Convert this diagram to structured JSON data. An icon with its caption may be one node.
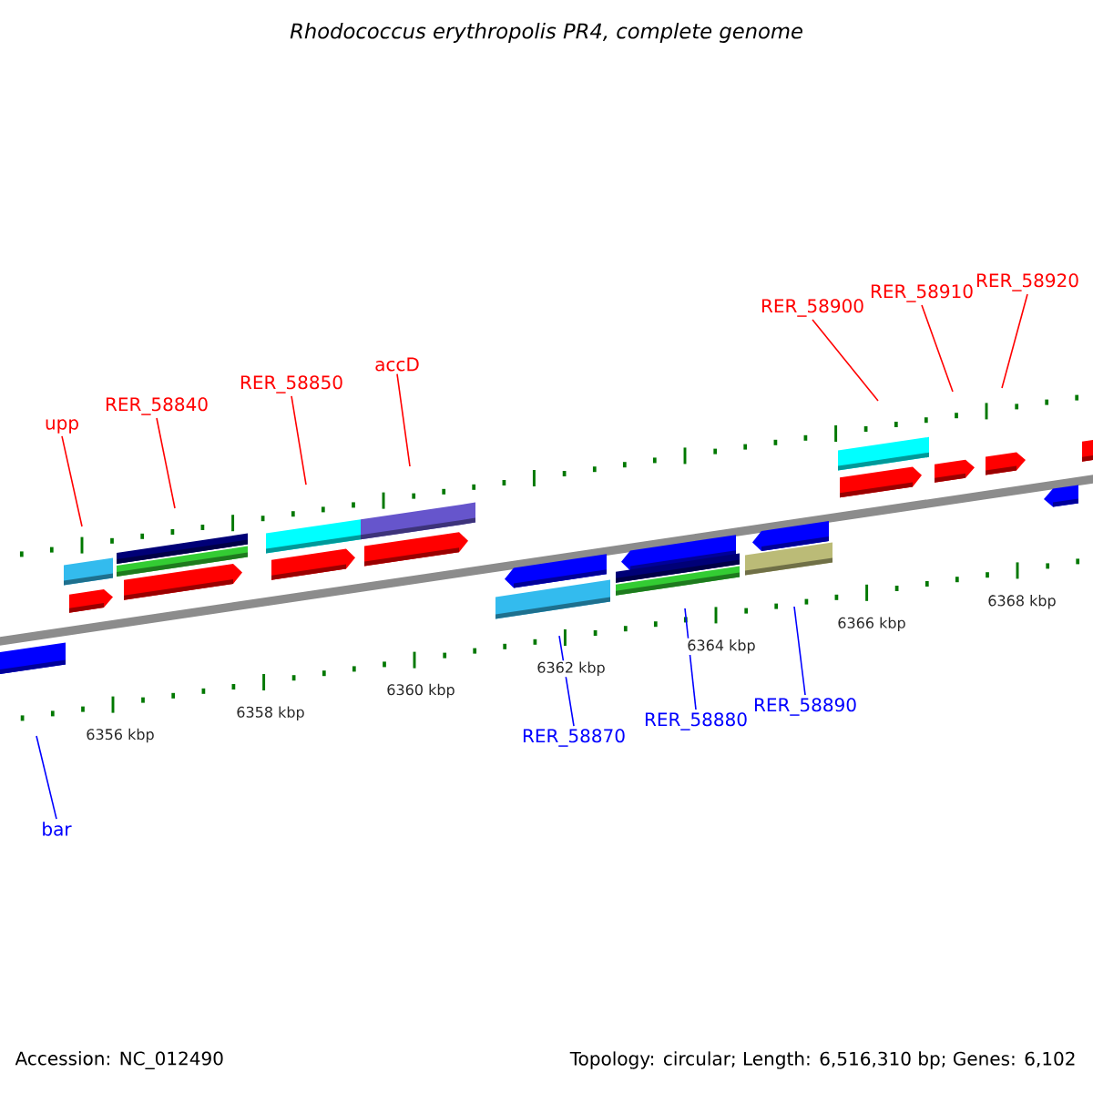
{
  "diagram": {
    "title": "Rhodococcus erythropolis PR4, complete genome",
    "nodes": [
      {
        "text": [
          "upp"
        ]
      },
      {
        "text": [
          "RER_58840"
        ]
      },
      {
        "text": [
          "RER_58850"
        ]
      },
      {
        "text": [
          "accD"
        ]
      },
      {
        "text": [
          "RER_58900"
        ]
      },
      {
        "text": [
          "RER_58910"
        ]
      },
      {
        "text": [
          "RER_58920"
        ]
      },
      {
        "text": [
          "bar"
        ]
      },
      {
        "text": [
          "RER_58870"
        ]
      },
      {
        "text": [
          "RER_58880"
        ]
      },
      {
        "text": [
          "RER_58890"
        ]
      }
    ],
    "edges": [
      {
        "from": 0,
        "to": null,
        "arrow": "none"
      },
      {
        "from": 1,
        "to": null,
        "arrow": "none"
      },
      {
        "from": 2,
        "to": null,
        "arrow": "none"
      },
      {
        "from": 3,
        "to": null,
        "arrow": "none"
      },
      {
        "from": 4,
        "to": null,
        "arrow": "none"
      },
      {
        "from": 5,
        "to": null,
        "arrow": "none"
      },
      {
        "from": 6,
        "to": null,
        "arrow": "none"
      },
      {
        "from": 7,
        "to": null,
        "arrow": "none",
        "color": "#0000ff"
      },
      {
        "from": 8,
        "to": null,
        "arrow": "none",
        "color": "#0000ff"
      },
      {
        "from": 9,
        "to": null,
        "arrow": "none",
        "color": "#0000ff"
      },
      {
        "from": 10,
        "to": null,
        "arrow": "none",
        "color": "#0000ff"
      }
    ],
    "labels": [
      "6356 kbp",
      "6358 kbp",
      "6360 kbp",
      "6362 kbp",
      "6364 kbp",
      "6366 kbp",
      "6368 kbp",
      "Accession: NC_012490",
      "Topology: circular; Length: 6,516,310 bp; Genes: 6,102"
    ]
  }
}
